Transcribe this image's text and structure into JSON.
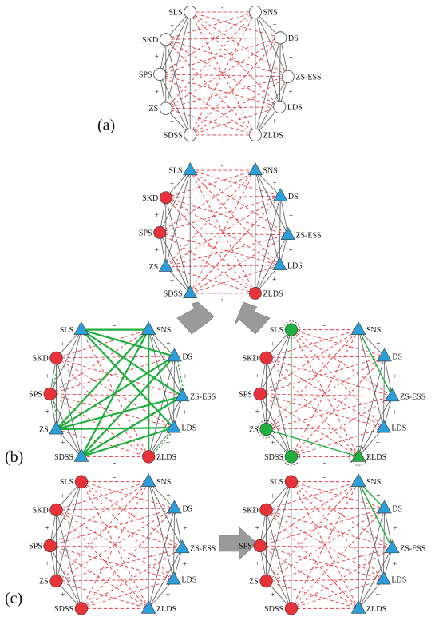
{
  "panel_labels": {
    "a": "(a)",
    "b": "(b)",
    "c": "(c)"
  },
  "node_names": [
    "SLS",
    "SNS",
    "DS",
    "ZS-ESS",
    "LDS",
    "ZLDS",
    "SDSS",
    "ZS",
    "SPS",
    "SKD"
  ],
  "sign_marks": {
    "positive": "+",
    "negative": "-"
  },
  "colors": {
    "red_node": "#e8333a",
    "blue_node": "#2b9fd9",
    "green_node": "#1fae3f",
    "white_node": "#ffffff",
    "positive_edge": "#555555",
    "negative_edge": "#e8333a",
    "highlight_edge": "#1fae3f",
    "arrow_fill": "#9a9a9a"
  },
  "graphs": [
    {
      "id": "a",
      "title_key": "panel_labels.a",
      "nodes": {
        "SLS": "white",
        "SNS": "white",
        "DS": "white",
        "ZS-ESS": "white",
        "LDS": "white",
        "ZLDS": "white",
        "SDSS": "white",
        "ZS": "white",
        "SPS": "white",
        "SKD": "white"
      }
    },
    {
      "id": "a2",
      "nodes": {
        "SLS": "blue-triangle",
        "SNS": "blue-triangle",
        "DS": "blue-triangle",
        "ZS-ESS": "blue-triangle",
        "LDS": "blue-triangle",
        "ZLDS": "red",
        "SDSS": "blue-triangle",
        "ZS": "blue-triangle",
        "SPS": "red",
        "SKD": "red"
      }
    },
    {
      "id": "b-left",
      "title_key": "panel_labels.b",
      "nodes": {
        "SLS": "blue-triangle",
        "SNS": "blue-triangle",
        "DS": "blue-triangle",
        "ZS-ESS": "blue-triangle",
        "LDS": "blue-triangle",
        "ZLDS": "red",
        "SDSS": "blue-triangle",
        "ZS": "blue-triangle",
        "SPS": "red",
        "SKD": "red"
      },
      "highlight": "green-flipped-edges"
    },
    {
      "id": "b-right",
      "nodes": {
        "SLS": "green-circle",
        "SNS": "blue-triangle",
        "DS": "blue-triangle",
        "ZS-ESS": "blue-triangle",
        "LDS": "blue-triangle",
        "ZLDS": "green-triangle",
        "SDSS": "green-circle",
        "ZS": "green-circle",
        "SPS": "red",
        "SKD": "red"
      }
    },
    {
      "id": "c-left",
      "title_key": "panel_labels.c",
      "nodes": {
        "SLS": "red",
        "SNS": "blue-triangle",
        "DS": "blue-triangle",
        "ZS-ESS": "blue-triangle",
        "LDS": "blue-triangle",
        "ZLDS": "blue-triangle",
        "SDSS": "red",
        "ZS": "red",
        "SPS": "red",
        "SKD": "red"
      }
    },
    {
      "id": "c-right",
      "nodes": {
        "SLS": "red",
        "SNS": "blue-triangle",
        "DS": "blue-triangle",
        "ZS-ESS": "blue-triangle",
        "LDS": "blue-triangle",
        "ZLDS": "blue-triangle",
        "SDSS": "red",
        "ZS": "red",
        "SPS": "red",
        "SKD": "red"
      },
      "highlight": "sns-ds-zsess"
    }
  ],
  "arrows": [
    "down-left",
    "down-right",
    "right"
  ]
}
